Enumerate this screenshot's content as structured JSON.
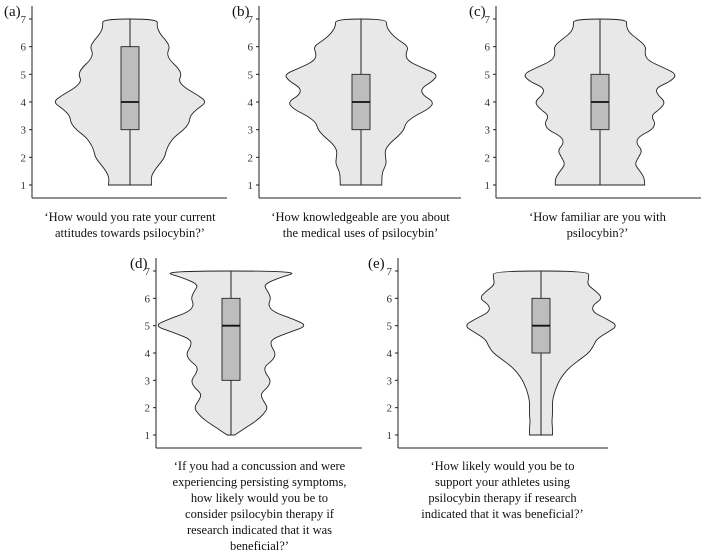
{
  "chart_data": [
    {
      "type": "violin",
      "panel": "(a)",
      "caption": [
        "‘How would you rate your current",
        "attitudes towards psilocybin?’"
      ],
      "y_ticks": [
        "1",
        "2",
        "3",
        "4",
        "5",
        "6",
        "7"
      ],
      "ylim": [
        1,
        7
      ],
      "box": {
        "q1": 3,
        "median": 4,
        "q3": 6
      },
      "density": [
        [
          1,
          0.28
        ],
        [
          1.25,
          0.27
        ],
        [
          1.5,
          0.31
        ],
        [
          1.75,
          0.38
        ],
        [
          2,
          0.45
        ],
        [
          2.25,
          0.47
        ],
        [
          2.5,
          0.51
        ],
        [
          2.75,
          0.58
        ],
        [
          3,
          0.7
        ],
        [
          3.25,
          0.77
        ],
        [
          3.5,
          0.78
        ],
        [
          3.75,
          0.87
        ],
        [
          4,
          1.0
        ],
        [
          4.25,
          0.88
        ],
        [
          4.5,
          0.72
        ],
        [
          4.75,
          0.63
        ],
        [
          5,
          0.67
        ],
        [
          5.25,
          0.62
        ],
        [
          5.5,
          0.52
        ],
        [
          5.75,
          0.48
        ],
        [
          6,
          0.52
        ],
        [
          6.25,
          0.46
        ],
        [
          6.5,
          0.38
        ],
        [
          6.75,
          0.35
        ],
        [
          7,
          0.36
        ]
      ]
    },
    {
      "type": "violin",
      "panel": "(b)",
      "caption": [
        "‘How knowledgeable are you about",
        "the medical uses of psilocybin’"
      ],
      "y_ticks": [
        "1",
        "2",
        "3",
        "4",
        "5",
        "6",
        "7"
      ],
      "ylim": [
        1,
        7
      ],
      "box": {
        "q1": 3,
        "median": 4,
        "q3": 5
      },
      "density": [
        [
          1,
          0.27
        ],
        [
          1.25,
          0.27
        ],
        [
          1.5,
          0.28
        ],
        [
          1.75,
          0.33
        ],
        [
          2,
          0.32
        ],
        [
          2.25,
          0.31
        ],
        [
          2.5,
          0.37
        ],
        [
          2.75,
          0.48
        ],
        [
          3,
          0.56
        ],
        [
          3.25,
          0.58
        ],
        [
          3.5,
          0.7
        ],
        [
          3.75,
          0.88
        ],
        [
          4,
          0.95
        ],
        [
          4.25,
          0.8
        ],
        [
          4.5,
          0.78
        ],
        [
          4.75,
          0.93
        ],
        [
          5,
          1.0
        ],
        [
          5.25,
          0.78
        ],
        [
          5.5,
          0.6
        ],
        [
          5.75,
          0.58
        ],
        [
          6,
          0.62
        ],
        [
          6.25,
          0.48
        ],
        [
          6.5,
          0.38
        ],
        [
          6.75,
          0.33
        ],
        [
          7,
          0.33
        ]
      ]
    },
    {
      "type": "violin",
      "panel": "(c)",
      "caption": [
        "‘How familiar are you with",
        "psilocybin?’"
      ],
      "y_ticks": [
        "1",
        "2",
        "3",
        "4",
        "5",
        "6",
        "7"
      ],
      "ylim": [
        1,
        7
      ],
      "box": {
        "q1": 3,
        "median": 4,
        "q3": 5
      },
      "density": [
        [
          1,
          0.58
        ],
        [
          1.25,
          0.58
        ],
        [
          1.5,
          0.52
        ],
        [
          1.75,
          0.45
        ],
        [
          2,
          0.5
        ],
        [
          2.25,
          0.55
        ],
        [
          2.5,
          0.47
        ],
        [
          2.75,
          0.5
        ],
        [
          3,
          0.68
        ],
        [
          3.25,
          0.72
        ],
        [
          3.5,
          0.66
        ],
        [
          3.75,
          0.78
        ],
        [
          4,
          0.85
        ],
        [
          4.25,
          0.75
        ],
        [
          4.5,
          0.72
        ],
        [
          4.75,
          0.92
        ],
        [
          5,
          1.0
        ],
        [
          5.25,
          0.82
        ],
        [
          5.5,
          0.62
        ],
        [
          5.75,
          0.58
        ],
        [
          6,
          0.6
        ],
        [
          6.25,
          0.5
        ],
        [
          6.5,
          0.38
        ],
        [
          6.75,
          0.34
        ],
        [
          7,
          0.35
        ]
      ]
    },
    {
      "type": "violin",
      "panel": "(d)",
      "caption": [
        "‘If you had a concussion and were",
        "experiencing persisting symptoms,",
        "how likely would you be to",
        "consider psilocybin therapy if",
        "research indicated that it was",
        "beneficial?’"
      ],
      "y_ticks": [
        "1",
        "2",
        "3",
        "4",
        "5",
        "6",
        "7"
      ],
      "ylim": [
        1,
        7
      ],
      "box": {
        "q1": 3,
        "median": 5,
        "q3": 6
      },
      "density": [
        [
          1,
          0.05
        ],
        [
          1.25,
          0.18
        ],
        [
          1.5,
          0.32
        ],
        [
          1.75,
          0.42
        ],
        [
          2,
          0.48
        ],
        [
          2.25,
          0.42
        ],
        [
          2.5,
          0.38
        ],
        [
          2.75,
          0.48
        ],
        [
          3,
          0.52
        ],
        [
          3.25,
          0.45
        ],
        [
          3.5,
          0.43
        ],
        [
          3.75,
          0.55
        ],
        [
          4,
          0.58
        ],
        [
          4.25,
          0.52
        ],
        [
          4.5,
          0.52
        ],
        [
          4.75,
          0.75
        ],
        [
          5,
          1.0
        ],
        [
          5.25,
          0.8
        ],
        [
          5.5,
          0.55
        ],
        [
          5.75,
          0.48
        ],
        [
          6,
          0.52
        ],
        [
          6.25,
          0.48
        ],
        [
          6.5,
          0.42
        ],
        [
          6.75,
          0.62
        ],
        [
          7,
          0.92
        ]
      ]
    },
    {
      "type": "violin",
      "panel": "(e)",
      "caption": [
        "‘How likely would you be to",
        "support your athletes using",
        "psilocybin therapy if research",
        "indicated that it was beneficial?’"
      ],
      "y_ticks": [
        "1",
        "2",
        "3",
        "4",
        "5",
        "6",
        "7"
      ],
      "ylim": [
        1,
        7
      ],
      "box": {
        "q1": 4,
        "median": 5,
        "q3": 6
      },
      "density": [
        [
          1,
          0.15
        ],
        [
          1.25,
          0.15
        ],
        [
          1.5,
          0.14
        ],
        [
          1.75,
          0.15
        ],
        [
          2,
          0.15
        ],
        [
          2.25,
          0.15
        ],
        [
          2.5,
          0.17
        ],
        [
          2.75,
          0.2
        ],
        [
          3,
          0.24
        ],
        [
          3.25,
          0.3
        ],
        [
          3.5,
          0.38
        ],
        [
          3.75,
          0.5
        ],
        [
          4,
          0.62
        ],
        [
          4.25,
          0.68
        ],
        [
          4.5,
          0.72
        ],
        [
          4.75,
          0.86
        ],
        [
          5,
          1.0
        ],
        [
          5.25,
          0.85
        ],
        [
          5.5,
          0.67
        ],
        [
          5.75,
          0.67
        ],
        [
          6,
          0.8
        ],
        [
          6.25,
          0.72
        ],
        [
          6.5,
          0.6
        ],
        [
          6.75,
          0.62
        ],
        [
          7,
          0.62
        ]
      ]
    }
  ]
}
